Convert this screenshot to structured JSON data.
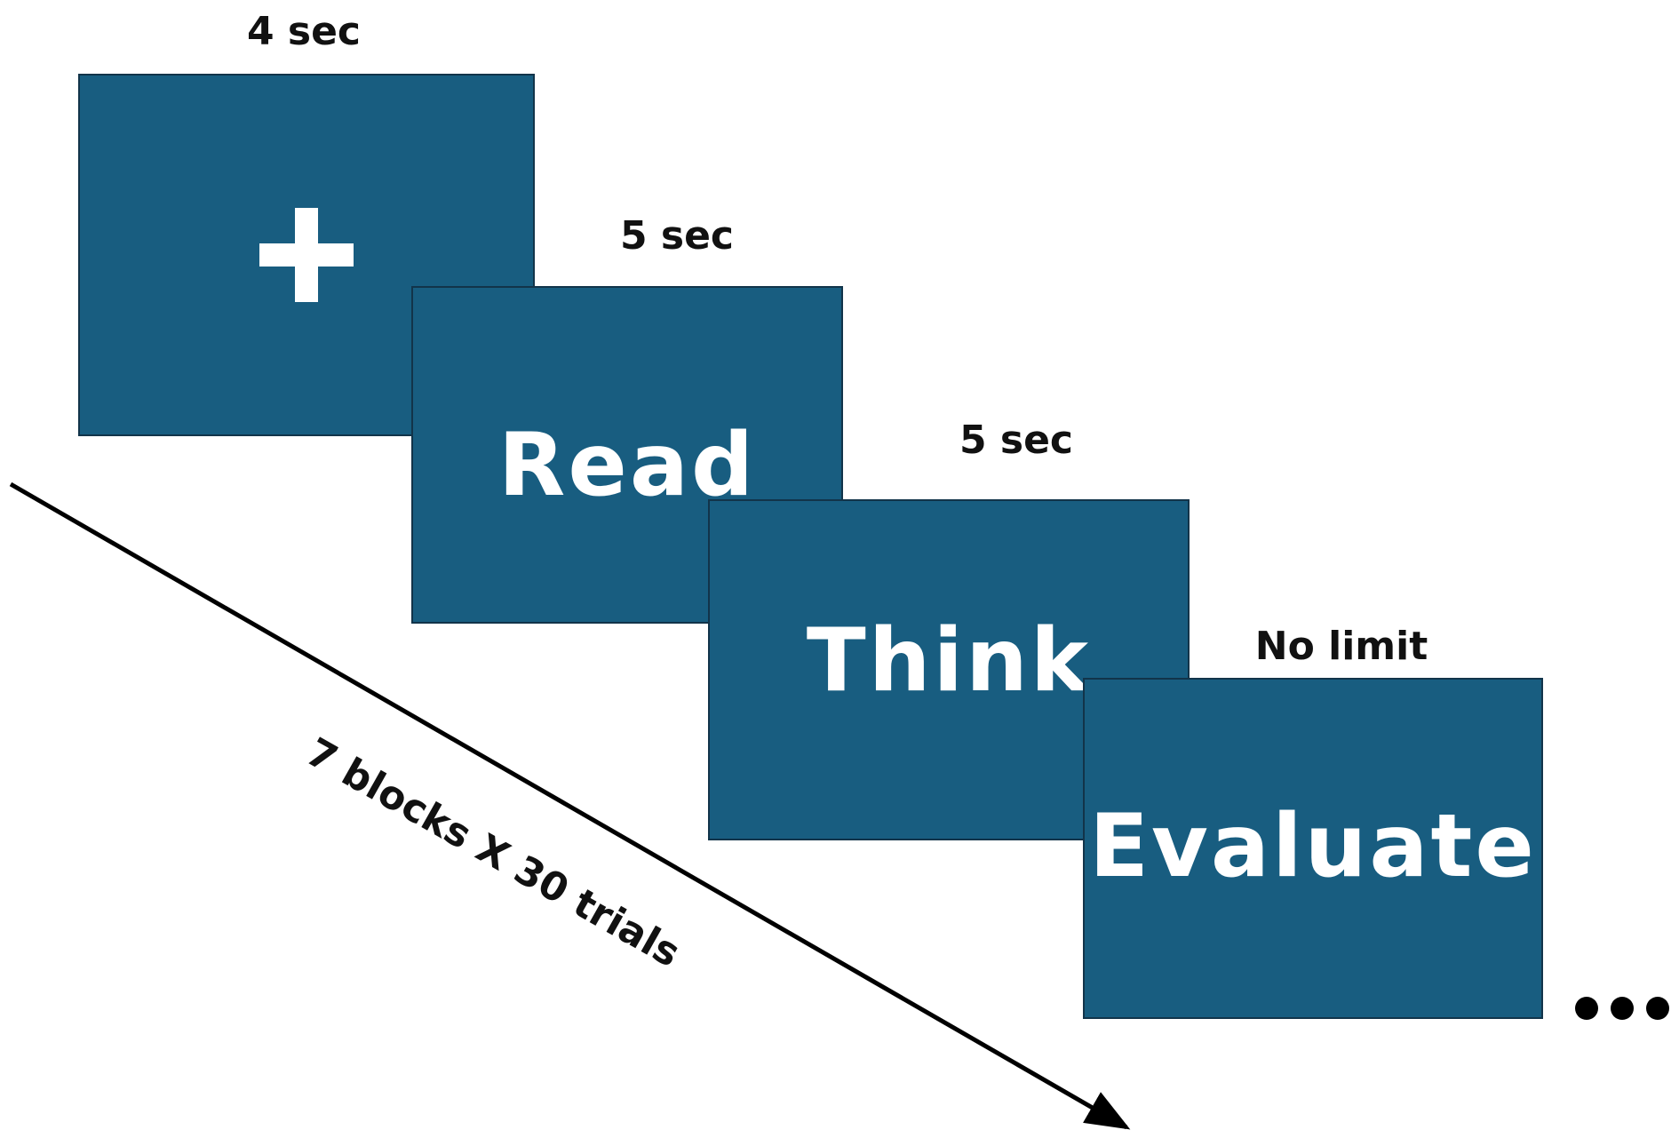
{
  "colors": {
    "screen_fill": "#185d80",
    "screen_text": "#ffffff",
    "label_text": "#111111"
  },
  "screens": [
    {
      "id": "fixation",
      "label": "",
      "icon": "plus-icon",
      "duration": "4 sec"
    },
    {
      "id": "read",
      "label": "Read",
      "duration": "5 sec"
    },
    {
      "id": "think",
      "label": "Think",
      "duration": "5 sec"
    },
    {
      "id": "evaluate",
      "label": "Evaluate",
      "duration": "No limit"
    }
  ],
  "timeline": {
    "label": "7 blocks X 30 trials",
    "continuation_icon": "ellipsis-icon"
  }
}
